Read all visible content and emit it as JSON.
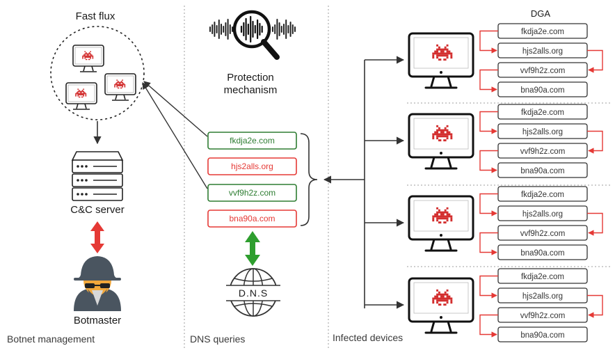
{
  "sections": {
    "management": "Botnet management",
    "dns": "DNS queries",
    "infected": "Infected devices"
  },
  "labels": {
    "fast_flux": "Fast flux",
    "protection_line1": "Protection",
    "protection_line2": "mechanism",
    "cc_server": "C&C server",
    "botmaster": "Botmaster",
    "dga": "DGA",
    "dns": "D.N.S"
  },
  "dns_queries": [
    {
      "domain": "fkdja2e.com",
      "status": "valid"
    },
    {
      "domain": "hjs2alls.org",
      "status": "invalid"
    },
    {
      "domain": "vvf9h2z.com",
      "status": "valid"
    },
    {
      "domain": "bna90a.com",
      "status": "invalid"
    }
  ],
  "dga_domains": [
    "fkdja2e.com",
    "hjs2alls.org",
    "vvf9h2z.com",
    "bna90a.com"
  ],
  "devices": [
    "device-1",
    "device-2",
    "device-3",
    "device-4"
  ],
  "colors": {
    "valid": "#2e7d32",
    "invalid": "#e53935",
    "alien": "#d32f2f",
    "arrow_red": "#e53935",
    "arrow_green": "#2e9e2e",
    "line": "#333333",
    "divider": "#9e9e9e"
  },
  "icons": {
    "fast_flux_group": "monitor-alien-icon",
    "cc_server": "server-icon",
    "botmaster": "hacker-icon",
    "protection": "magnifier-soundwave-icon",
    "dns": "globe-icon",
    "device": "monitor-alien-icon"
  }
}
